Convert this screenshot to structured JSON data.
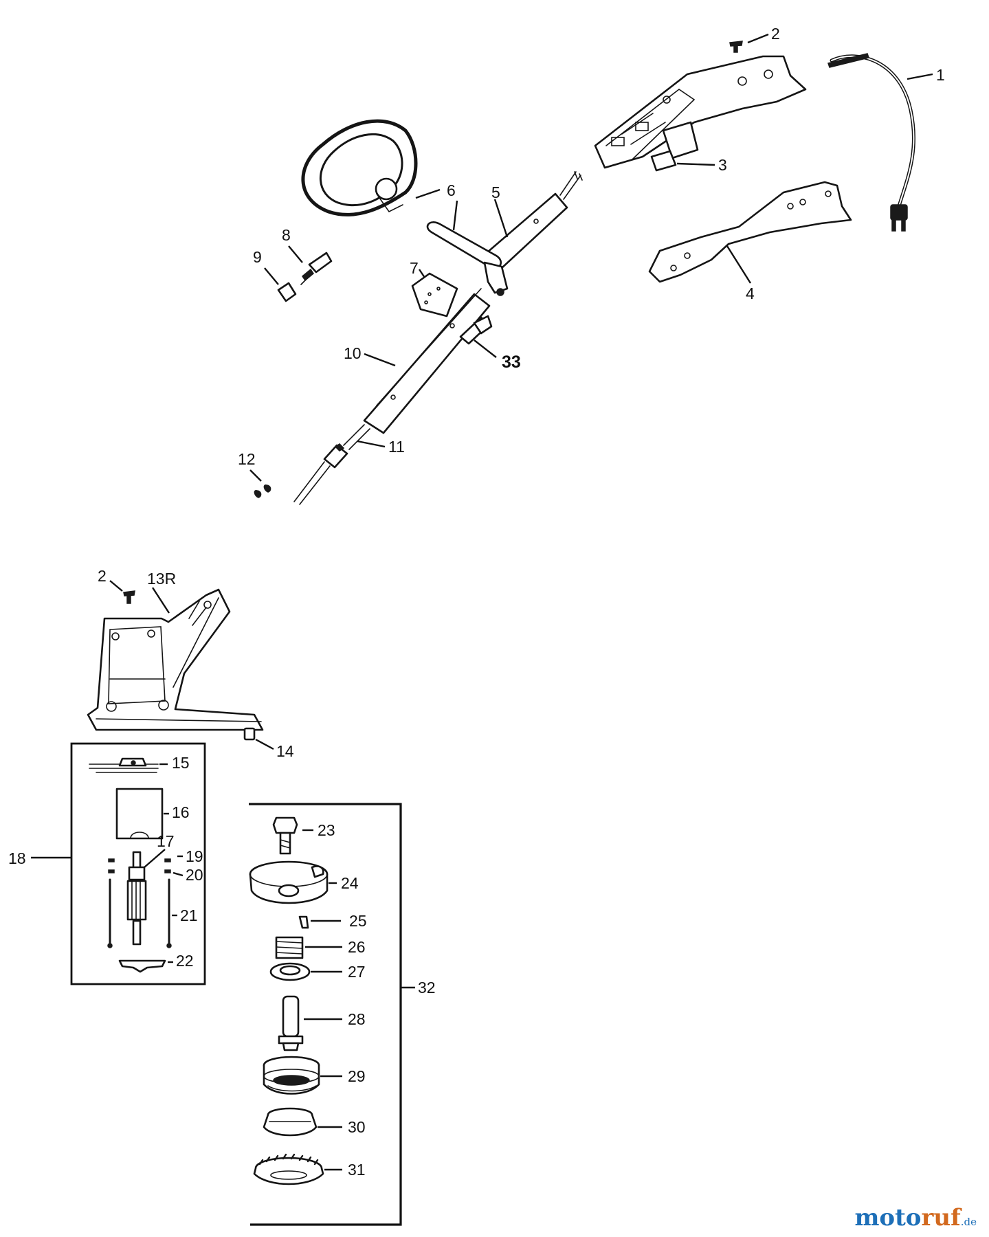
{
  "labels": {
    "p1": "1",
    "p2": "2",
    "p2b": "2",
    "p3": "3",
    "p4": "4",
    "p5": "5",
    "p6": "6",
    "p7": "7",
    "p8": "8",
    "p9": "9",
    "p10": "10",
    "p11": "11",
    "p12": "12",
    "p13": "13R",
    "p14": "14",
    "p15": "15",
    "p16": "16",
    "p17": "17",
    "p18": "18",
    "p19": "19",
    "p20": "20",
    "p21": "21",
    "p22": "22",
    "p23": "23",
    "p24": "24",
    "p25": "25",
    "p26": "26",
    "p27": "27",
    "p28": "28",
    "p29": "29",
    "p30": "30",
    "p31": "31",
    "p32": "32",
    "p33": "33"
  },
  "watermark": {
    "main": "moto",
    "accent": "ruf",
    "tld": ".de"
  },
  "colors": {
    "ink": "#111111",
    "background": "#ffffff",
    "watermark_blue": "#1d6fb8",
    "watermark_orange": "#d2691e"
  }
}
